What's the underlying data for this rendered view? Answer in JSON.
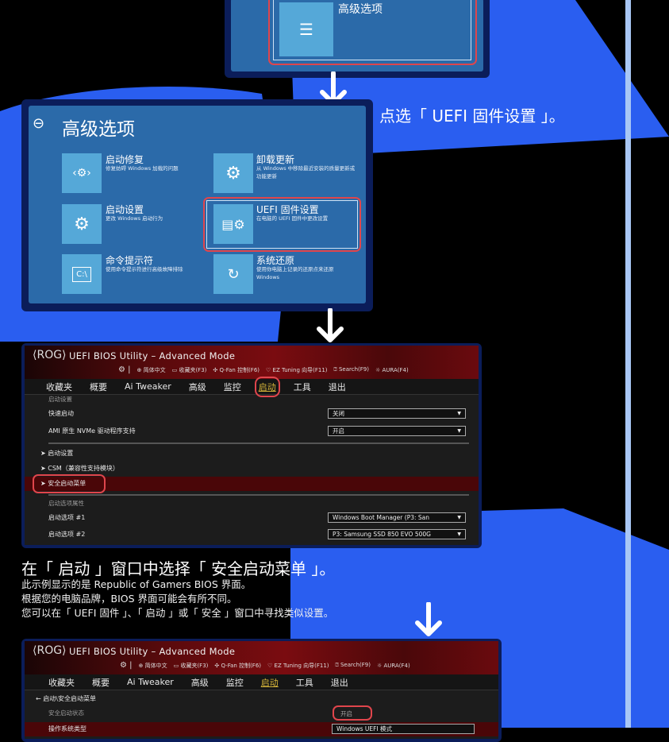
{
  "colors": {
    "background": "#000000",
    "accent_blue": "#2a5ef0",
    "window_blue": "#2b6aa9",
    "tile_blue": "#55a8d8",
    "highlight_red": "#e0454c",
    "bios_red": "#7a0c10",
    "bios_selected": "#d9b73a"
  },
  "step1": {
    "tile_label": "高级选项",
    "icon": "checklist-icon"
  },
  "step2": {
    "title": "高级选项",
    "back_icon": "back-arrow-icon",
    "caption": "点选「 UEFI 固件设置 」。",
    "options": [
      {
        "title": "启动修复",
        "desc": "修复妨碍 Windows 加载的问题",
        "icon": "startup-repair-icon"
      },
      {
        "title": "卸载更新",
        "desc": "从 Windows 中移除最近安装的质量更新或功能更新",
        "icon": "gear-icon"
      },
      {
        "title": "启动设置",
        "desc": "更改 Windows 启动行为",
        "icon": "gear-icon"
      },
      {
        "title": "UEFI 固件设置",
        "desc": "在电脑的 UEFI 固件中更改设置",
        "icon": "firmware-settings-icon"
      },
      {
        "title": "命令提示符",
        "desc": "使用命令提示符进行高级故障排除",
        "icon": "command-prompt-icon"
      },
      {
        "title": "系统还原",
        "desc": "使用你电脑上记录的还原点来还原 Windows",
        "icon": "system-restore-icon"
      }
    ]
  },
  "bios": {
    "title": "UEFI BIOS Utility – Advanced Mode",
    "toolbar": [
      "简体中文",
      "收藏夹(F3)",
      "Q-Fan 控制(F6)",
      "EZ Tuning 向导(F11)",
      "Search(F9)",
      "AURA(F4)"
    ],
    "menu": [
      "收藏夹",
      "概要",
      "Ai Tweaker",
      "高级",
      "监控",
      "启动",
      "工具",
      "退出"
    ],
    "active_menu": "启动"
  },
  "step3": {
    "section_boot": "启动设置",
    "fast_boot_label": "快速启动",
    "fast_boot_value": "关闭",
    "nvme_label": "AMI 原生 NVMe 驱动程序支持",
    "nvme_value": "开启",
    "submenus": [
      "启动设置",
      "CSM（兼容性支持模块）",
      "安全启动菜单"
    ],
    "section_priority": "启动选项属性",
    "boot1_label": "启动选项 #1",
    "boot1_value": "Windows Boot Manager (P3: San",
    "boot2_label": "启动选项 #2",
    "boot2_value": "P3: Samsung SSD 850 EVO 500G"
  },
  "text": {
    "caption": "在「 启动 」窗口中选择「 安全启动菜单 」。",
    "note1": "此示例显示的是 Republic of Gamers BIOS 界面。",
    "note2": "根据您的电脑品牌，BIOS 界面可能会有所不同。",
    "note3": "您可以在「 UEFI 固件 」、「 启动 」或「 安全 」窗口中寻找类似设置。"
  },
  "step4": {
    "breadcrumb": "启动\\安全启动菜单",
    "secure_boot_state_label": "安全启动状态",
    "secure_boot_state_value": "开启",
    "os_type_label": "操作系统类型",
    "os_type_value": "Windows UEFI 模式"
  }
}
